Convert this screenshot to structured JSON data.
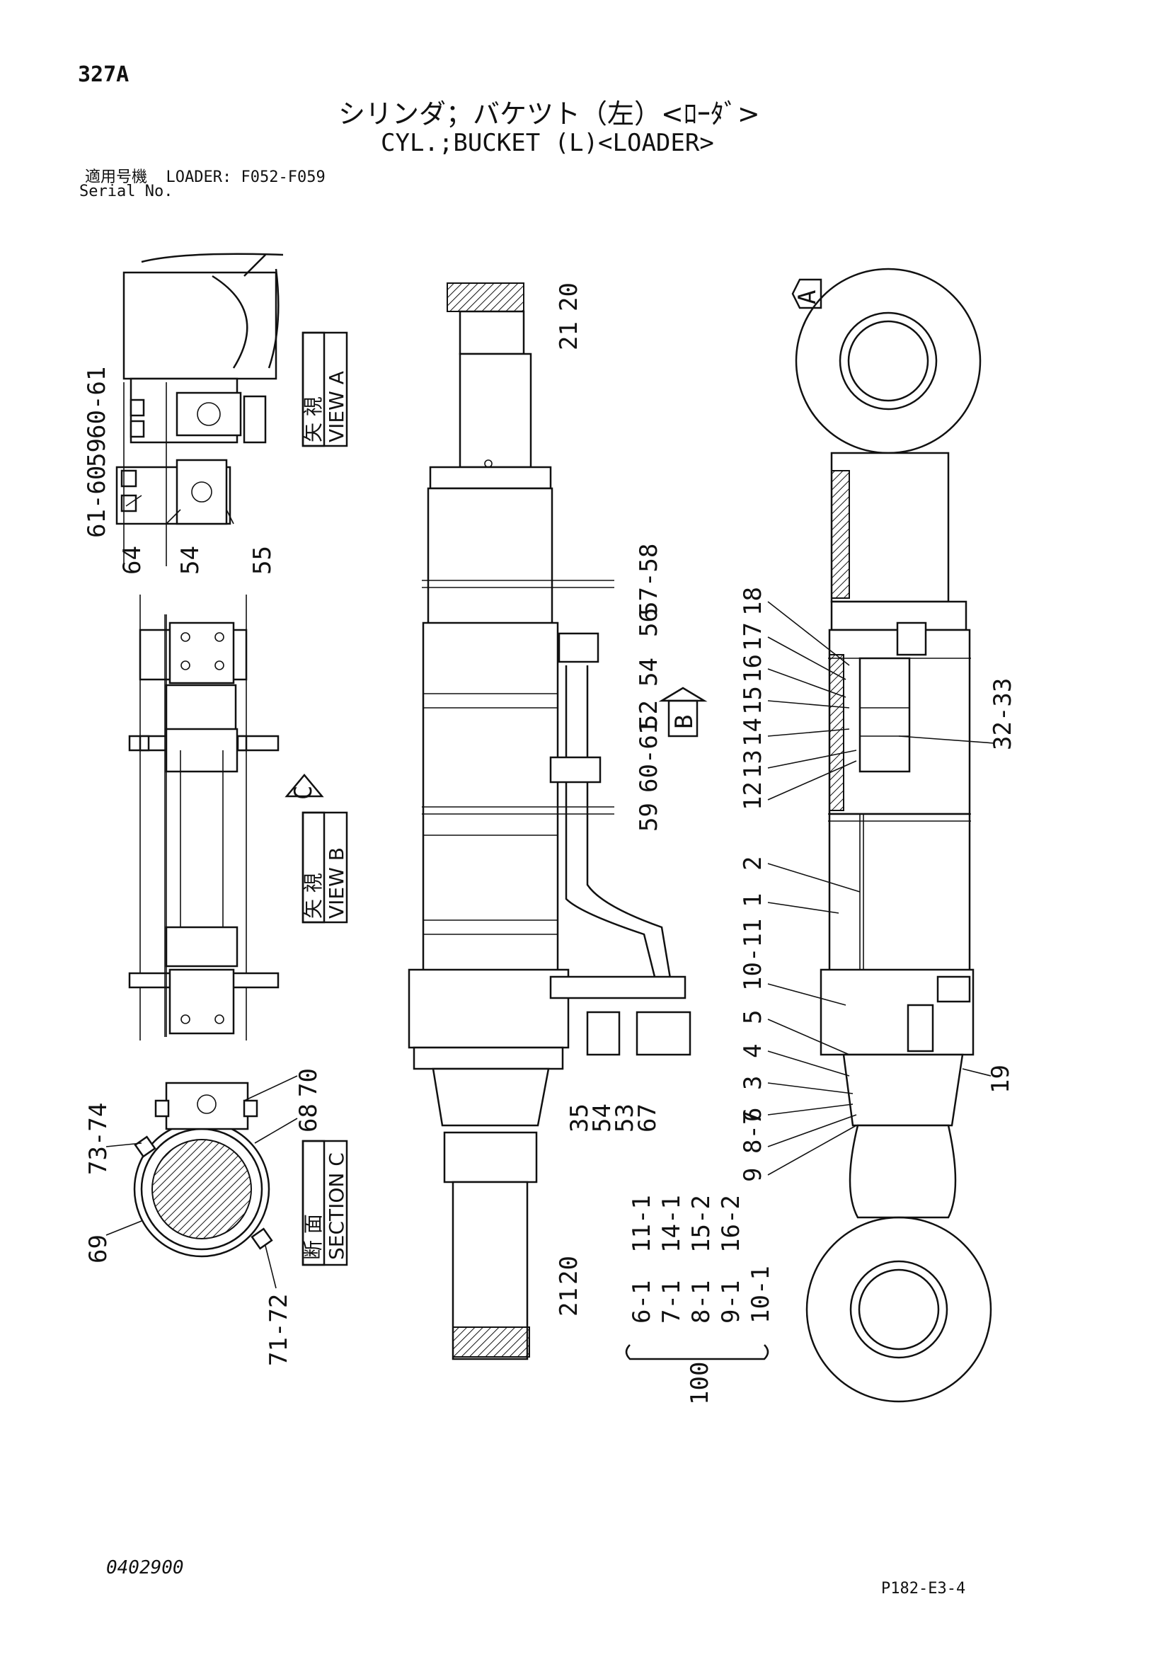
{
  "header": {
    "page_number": "327A",
    "title_jp": "シリンダ；バケツト（左）<ﾛｰﾀﾞ>",
    "title_en": "CYL.;BUCKET (L)<LOADER>",
    "serial_label_jp": "適用号機",
    "serial_value": "LOADER: F052-F059",
    "serial_label_en": "Serial No."
  },
  "footer": {
    "doc_number": "0402900",
    "page_ref": "P182-E3-4"
  },
  "views": {
    "view_a": {
      "jp": "矢 視",
      "en": "VIEW A"
    },
    "view_b": {
      "jp": "矢 視",
      "en": "VIEW B"
    },
    "section_c": {
      "jp": "断 面",
      "en": "SECTION C"
    },
    "arrow_a": "A",
    "arrow_b": "B",
    "arrow_c": "C"
  },
  "part_labels": {
    "view_a": [
      "61-60",
      "59",
      "60-61",
      "64",
      "54",
      "55"
    ],
    "center_top": [
      "20",
      "21"
    ],
    "center_side": [
      "57-58",
      "56",
      "54",
      "52",
      "60-61",
      "59"
    ],
    "center_bottom": [
      "35",
      "54",
      "53",
      "67"
    ],
    "center_lower": [
      "21",
      "20"
    ],
    "section_c": [
      "73-74",
      "70",
      "68",
      "69",
      "71-72"
    ],
    "right": [
      "18",
      "17",
      "16",
      "15",
      "14",
      "13",
      "12",
      "32-33",
      "2",
      "1",
      "10-11",
      "5",
      "4",
      "3",
      "6",
      "8-7",
      "9",
      "19"
    ],
    "kit_row1": [
      "6-1",
      "11-1"
    ],
    "kit_row2": [
      "7-1",
      "14-1"
    ],
    "kit_row3": [
      "8-1",
      "15-2"
    ],
    "kit_row4": [
      "9-1",
      "16-2"
    ],
    "kit_row5": [
      "10-1"
    ],
    "kit_total": "100"
  }
}
